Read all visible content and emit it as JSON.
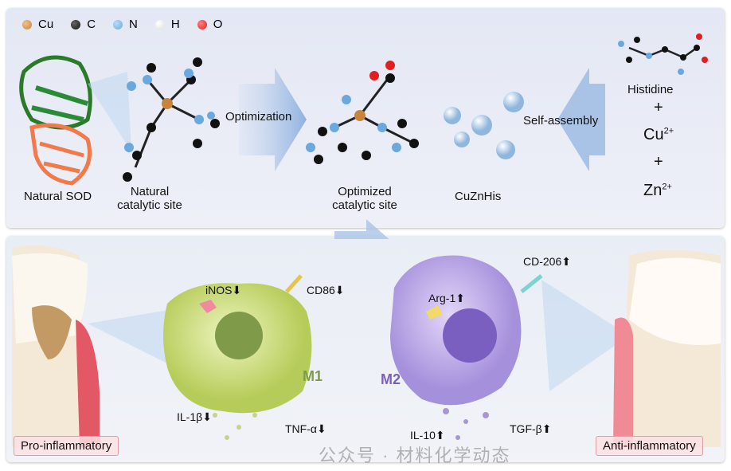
{
  "legend": [
    {
      "label": "Cu",
      "color": "#c8833c"
    },
    {
      "label": "C",
      "color": "#111111"
    },
    {
      "label": "N",
      "color": "#6aa8de"
    },
    {
      "label": "H",
      "color": "#f4f4f4"
    },
    {
      "label": "O",
      "color": "#e02020"
    }
  ],
  "top": {
    "natural_sod": "Natural SOD",
    "natural_site_l1": "Natural",
    "natural_site_l2": "catalytic site",
    "optimization": "Optimization",
    "optimized_l1": "Optimized",
    "optimized_l2": "catalytic site",
    "cuznhis": "CuZnHis",
    "self_assembly": "Self-assembly",
    "histidine": "Histidine",
    "plus1": "+",
    "cu": "Cu",
    "cu_sup": "2+",
    "plus2": "+",
    "zn": "Zn",
    "zn_sup": "2+"
  },
  "bottom": {
    "inos": "iNOS",
    "cd86": "CD86",
    "m1": "M1",
    "il1b": "IL-1β",
    "tnfa": "TNF-α",
    "arg1": "Arg-1",
    "cd206": "CD-206",
    "m2": "M2",
    "il10": "IL-10",
    "tgfb": "TGF-β",
    "down": "⬇",
    "up": "⬆",
    "pro": "Pro-inflammatory",
    "anti": "Anti-inflammatory"
  },
  "watermark": "公众号 · 材料化学动态"
}
